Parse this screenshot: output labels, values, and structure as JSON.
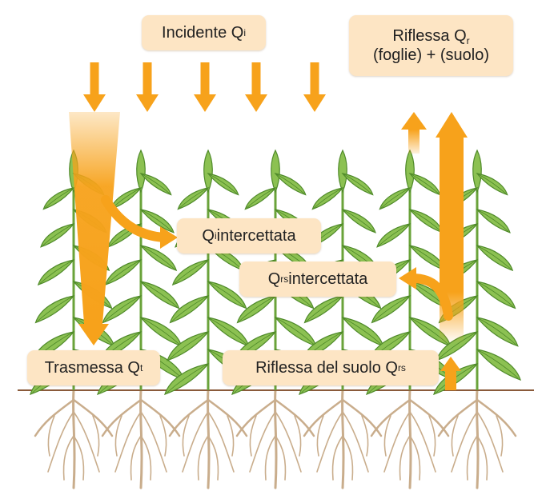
{
  "labels": {
    "incident": {
      "text": "Incidente Q",
      "sub": "i"
    },
    "reflected": {
      "line1": "Riflessa Q",
      "sub": "r",
      "line2": "(foglie) + (suolo)"
    },
    "intercepted": {
      "prefix": "Q",
      "sub": "i",
      "text": " intercettata"
    },
    "rs_intercepted": {
      "prefix": "Q",
      "sub": "rs",
      "text": " intercettata"
    },
    "transmitted": {
      "text": "Trasmessa Q",
      "sub": "t"
    },
    "soil_reflected": {
      "text": "Riflessa del suolo Q",
      "sub": "rs"
    }
  },
  "colors": {
    "arrow": "#f7a21b",
    "leaf": "#8cc152",
    "leaf_dark": "#4f8a2a",
    "stem": "#6aa33a",
    "root": "#c9ad8c",
    "ground_line": "#8a5a3a",
    "label_bg": "#fde5c4"
  },
  "icons": [
    "plant-icon",
    "root-icon",
    "arrow-down-icon",
    "arrow-up-icon"
  ]
}
